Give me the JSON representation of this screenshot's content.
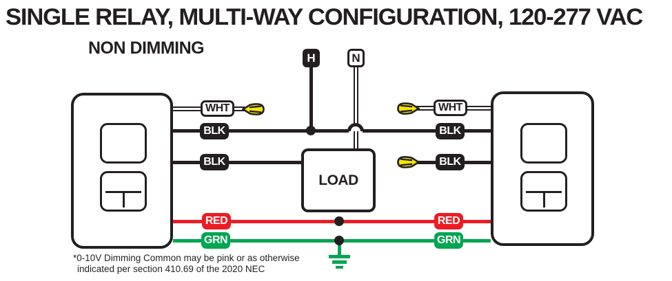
{
  "title": "SINGLE RELAY, MULTI-WAY CONFIGURATION, 120-277 VAC",
  "subtitle": "NON DIMMING",
  "terminals": {
    "hot": "H",
    "neutral": "N"
  },
  "load": {
    "label": "LOAD"
  },
  "wire_labels": {
    "left": [
      "WHT",
      "BLK",
      "BLK",
      "RED",
      "GRN"
    ],
    "right": [
      "WHT",
      "BLK",
      "BLK",
      "RED",
      "GRN"
    ]
  },
  "footnote": {
    "line1": "*0-10V Dimming Common may be pink or as otherwise",
    "line2": "indicated per section 410.69 of the 2020 NEC"
  },
  "colors": {
    "wire_black": "#231F20",
    "wire_red": "#EC1C24",
    "wire_green": "#00A651",
    "wire_white": "#FFFFFF",
    "wire_nut_yellow": "#F5E400"
  }
}
